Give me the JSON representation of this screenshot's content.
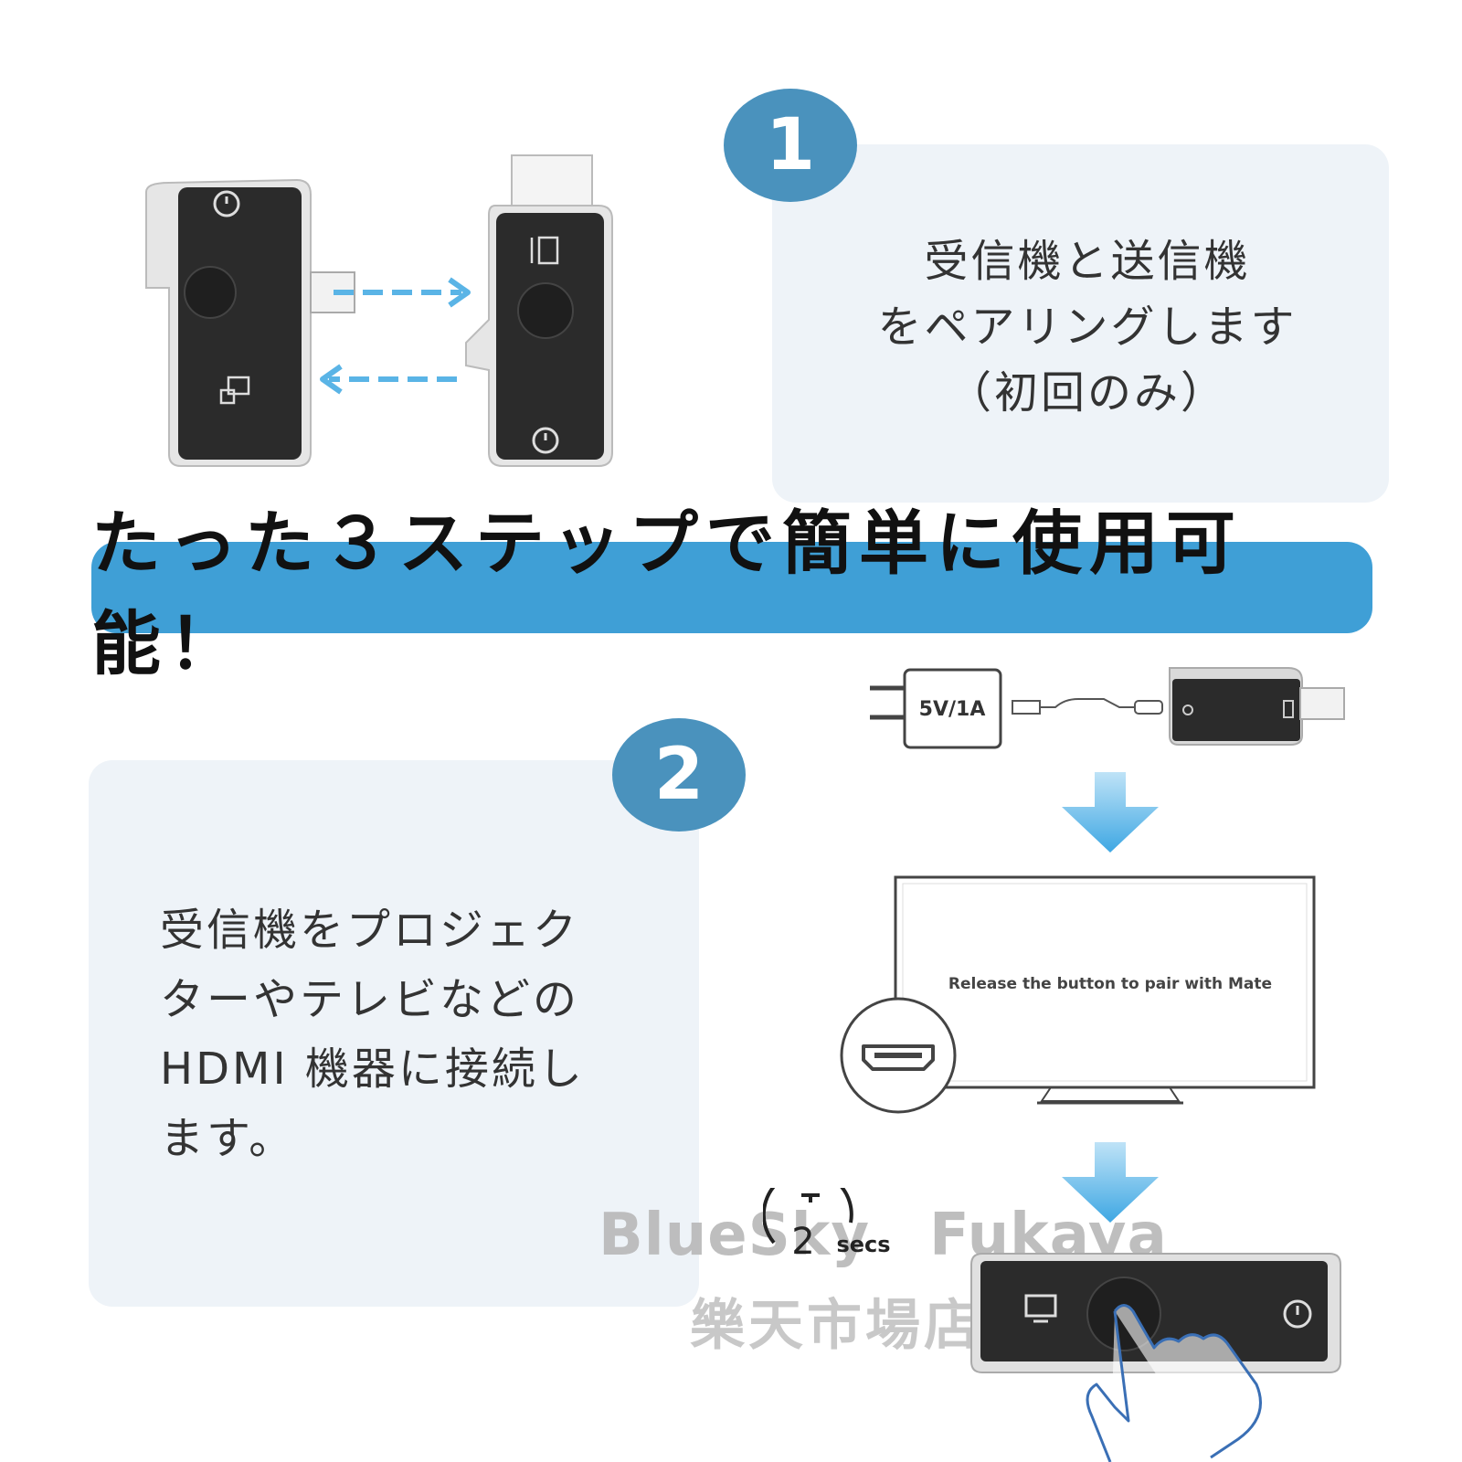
{
  "step1": {
    "number": "1",
    "lines": [
      "受信機と送信機",
      "をペアリングします",
      "（初回のみ）"
    ]
  },
  "banner": {
    "text": "たった３ステップで簡単に使用可能！"
  },
  "step2": {
    "number": "2",
    "lines": [
      "受信機をプロジェク",
      "ターやテレビなどの",
      "HDMI 機器に接続し",
      "ます。"
    ]
  },
  "adapter": {
    "label": "5V/1A"
  },
  "tv": {
    "message": "Release the button to pair with Mate"
  },
  "timer": {
    "value": "2",
    "unit": "secs"
  },
  "watermark": {
    "en": "BlueSky　Fukaya",
    "jp": "樂天市場店"
  },
  "colors": {
    "accent": "#4a92bd",
    "banner": "#3f9fd6",
    "arrow": "#5ab4e6",
    "panel": "#eef3f8"
  },
  "icons": [
    "power-icon",
    "screen-icon",
    "hdmi-port-icon",
    "hand-pointer-icon",
    "timer-icon",
    "down-arrow-icon"
  ]
}
